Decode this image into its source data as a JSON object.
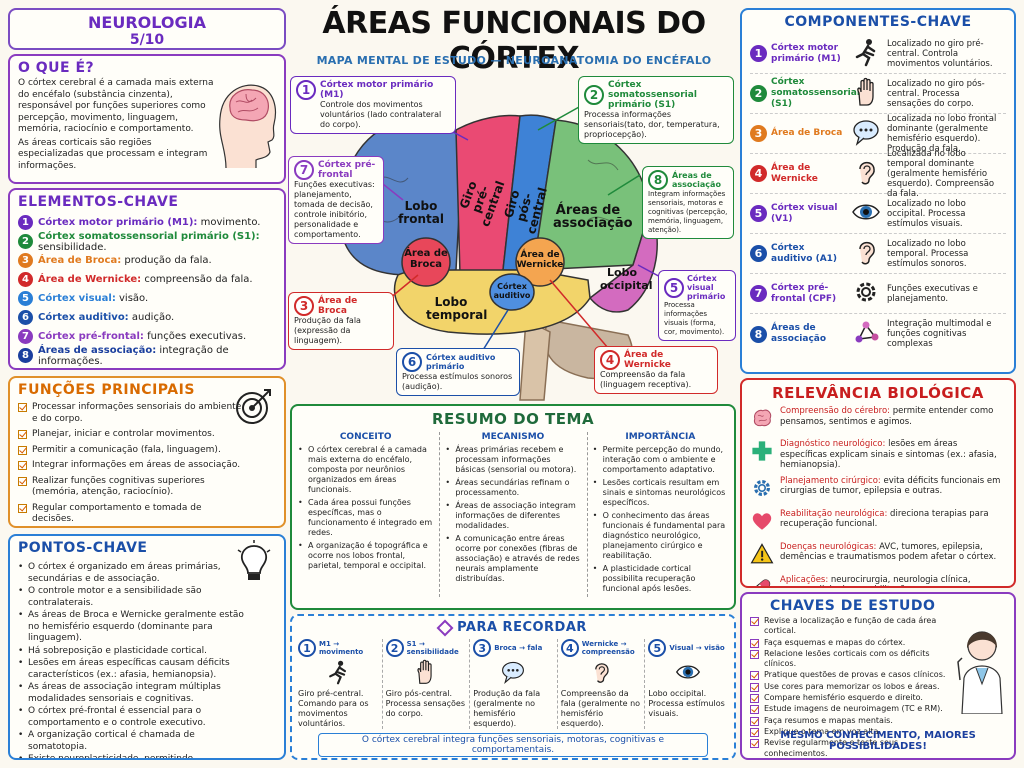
{
  "header": {
    "subject": "NEUROLOGIA",
    "page": "5/10",
    "title": "ÁREAS FUNCIONAIS DO CÓRTEX",
    "subtitle": "MAPA MENTAL DE ESTUDO — NEUROANATOMIA DO ENCÉFALO"
  },
  "oque": {
    "title": "O QUE É?",
    "p1": "O córtex cerebral é a camada mais externa do encéfalo (substância cinzenta), responsável por funções superiores como percepção, movimento, linguagem, memória, raciocínio e comportamento.",
    "p2": "As áreas corticais são regiões especializadas que processam e integram informações."
  },
  "elementos": {
    "title": "ELEMENTOS-CHAVE",
    "items": [
      {
        "n": "1",
        "name": "Córtex motor primário (M1):",
        "desc": " movimento.",
        "color": "#6a2bbf"
      },
      {
        "n": "2",
        "name": "Córtex somatossensorial primário (S1):",
        "desc": " sensibilidade.",
        "color": "#1f8a3b"
      },
      {
        "n": "3",
        "name": "Área de Broca:",
        "desc": " produção da fala.",
        "color": "#e07a1f"
      },
      {
        "n": "4",
        "name": "Área de Wernicke:",
        "desc": " compreensão da fala.",
        "color": "#d12a2a"
      },
      {
        "n": "5",
        "name": "Córtex visual:",
        "desc": " visão.",
        "color": "#2a7fd6"
      },
      {
        "n": "6",
        "name": "Córtex auditivo:",
        "desc": " audição.",
        "color": "#1b4fa8"
      },
      {
        "n": "7",
        "name": "Córtex pré-frontal:",
        "desc": " funções executivas.",
        "color": "#8a3bbf"
      },
      {
        "n": "8",
        "name": "Áreas de associação:",
        "desc": " integração de informações.",
        "color": "#1b3f9e"
      }
    ]
  },
  "funcoes": {
    "title": "FUNÇÕES PRINCIPAIS",
    "items": [
      "Processar informações sensoriais do ambiente e do corpo.",
      "Planejar, iniciar e controlar movimentos.",
      "Permitir a comunicação (fala, linguagem).",
      "Integrar informações em áreas de associação.",
      "Realizar funções cognitivas superiores (memória, atenção, raciocínio).",
      "Regular comportamento e tomada de decisões."
    ]
  },
  "pontos": {
    "title": "PONTOS-CHAVE",
    "items": [
      "O córtex é organizado em áreas primárias, secundárias e de associação.",
      "O controle motor e a sensibilidade são contralaterais.",
      "As áreas de Broca e Wernicke geralmente estão no hemisfério esquerdo (dominante para linguagem).",
      "Há sobreposição e plasticidade cortical.",
      "Lesões em áreas específicas causam déficits característicos (ex.: afasia, hemianopsia).",
      "As áreas de associação integram múltiplas modalidades sensoriais e cognitivas.",
      "O córtex pré-frontal é essencial para o comportamento e o controle executivo.",
      "A organização cortical é chamada de somatotopia.",
      "Existe neuroplasticidade, permitindo reorganização de funções após lesões."
    ]
  },
  "brain": {
    "labels": {
      "frontal": "Lobo frontal",
      "giro_pre": "Giro pré-central",
      "giro_pos": "Giro pós-central",
      "assoc": "Áreas de associação",
      "broca": "Área de Broca",
      "wernicke": "Área de Wernicke",
      "auditivo": "Córtex auditivo",
      "temporal": "Lobo temporal",
      "occipital": "Lobo occipital"
    },
    "callouts": {
      "c1": {
        "n": "1",
        "title": "Córtex motor primário (M1)",
        "text": "Controle dos movimentos voluntários (lado contralateral do corpo)."
      },
      "c2": {
        "n": "2",
        "title": "Córtex somatossensorial primário (S1)",
        "text": "Processa informações sensoriais(tato, dor, temperatura, propriocepção)."
      },
      "c7": {
        "n": "7",
        "title": "Córtex pré-frontal",
        "text": "Funções executivas: planejamento, tomada de decisão, controle inibitório, personalidade e comportamento."
      },
      "c8": {
        "n": "8",
        "title": "Áreas de associação",
        "text": "Integram informações sensoriais, motoras e cognitivas (percepção, memória, linguagem, atenção)."
      },
      "c3": {
        "n": "3",
        "title": "Área de Broca",
        "text": "Produção da fala (expressão da linguagem)."
      },
      "c5": {
        "n": "5",
        "title": "Córtex visual primário",
        "text": "Processa informações visuais (forma, cor, movimento)."
      },
      "c6": {
        "n": "6",
        "title": "Córtex auditivo primário",
        "text": "Processa estímulos sonoros (audição)."
      },
      "c4": {
        "n": "4",
        "title": "Área de Wernicke",
        "text": "Compreensão da fala (linguagem receptiva)."
      }
    }
  },
  "resumo": {
    "title": "RESUMO DO TEMA",
    "cols": [
      {
        "h": "CONCEITO",
        "items": [
          "O córtex cerebral é a camada mais externa do encéfalo, composta por neurônios organizados em áreas funcionais.",
          "Cada área possui funções específicas, mas o funcionamento é integrado em redes.",
          "A organização é topográfica e ocorre nos lobos frontal, parietal, temporal e occipital."
        ]
      },
      {
        "h": "MECANISMO",
        "items": [
          "Áreas primárias recebem e processam informações básicas (sensorial ou motora).",
          "Áreas secundárias refinam o processamento.",
          "Áreas de associação integram informações de diferentes modalidades.",
          "A comunicação entre áreas ocorre por conexões (fibras de associação) e através de redes neurais amplamente distribuídas."
        ]
      },
      {
        "h": "IMPORTÂNCIA",
        "items": [
          "Permite percepção do mundo, interação com o ambiente e comportamento adaptativo.",
          "Lesões corticais resultam em sinais e sintomas neurológicos específicos.",
          "O conhecimento das áreas funcionais é fundamental para diagnóstico neurológico, planejamento cirúrgico e reabilitação.",
          "A plasticidade cortical possibilita recuperação funcional após lesões."
        ]
      }
    ]
  },
  "recordar": {
    "title": "PARA RECORDAR",
    "items": [
      {
        "n": "1",
        "h": "M1 → movimento",
        "t": "Giro pré-central. Comando para os movimentos voluntários."
      },
      {
        "n": "2",
        "h": "S1 → sensibilidade",
        "t": "Giro pós-central. Processa sensações do corpo."
      },
      {
        "n": "3",
        "h": "Broca → fala",
        "t": "Produção da fala (geralmente no hemisfério esquerdo)."
      },
      {
        "n": "4",
        "h": "Wernicke → compreensão",
        "t": "Compreensão da fala (geralmente no hemisfério esquerdo)."
      },
      {
        "n": "5",
        "h": "Visual → visão",
        "t": "Lobo occipital. Processa estímulos visuais."
      }
    ],
    "footer": "O córtex cerebral integra funções sensoriais, motoras, cognitivas e comportamentais."
  },
  "componentes": {
    "title": "COMPONENTES-CHAVE",
    "items": [
      {
        "n": "1",
        "name": "Córtex motor primário (M1)",
        "desc": "Localizado no giro pré-central. Controla movimentos voluntários.",
        "icon": "running-person-icon",
        "color": "#6a2bbf"
      },
      {
        "n": "2",
        "name": "Córtex somatossensorial (S1)",
        "desc": "Localizado no giro pós-central. Processa sensações do corpo.",
        "icon": "hand-icon",
        "color": "#1f8a3b"
      },
      {
        "n": "3",
        "name": "Área de Broca",
        "desc": "Localizada no lobo frontal dominante (geralmente hemisfério esquerdo). Produção da fala.",
        "icon": "speech-bubble-icon",
        "color": "#e07a1f"
      },
      {
        "n": "4",
        "name": "Área de Wernicke",
        "desc": "Localizada no lobo temporal dominante (geralmente hemisfério esquerdo). Compreensão da fala.",
        "icon": "ear-icon",
        "color": "#d12a2a"
      },
      {
        "n": "5",
        "name": "Córtex visual (V1)",
        "desc": "Localizado no lobo occipital. Processa estímulos visuais.",
        "icon": "eye-icon",
        "color": "#6a2bbf"
      },
      {
        "n": "6",
        "name": "Córtex auditivo (A1)",
        "desc": "Localizado no lobo temporal. Processa estímulos sonoros.",
        "icon": "ear-icon",
        "color": "#1b4fa8"
      },
      {
        "n": "7",
        "name": "Córtex pré-frontal (CPF)",
        "desc": "Funções executivas e planejamento.",
        "icon": "gear-icon",
        "color": "#6a2bbf"
      },
      {
        "n": "8",
        "name": "Áreas de associação",
        "desc": "Integração multimodal e funções cognitivas complexas",
        "icon": "network-icon",
        "color": "#1b4fa8"
      }
    ]
  },
  "relevancia": {
    "title": "RELEVÂNCIA BIOLÓGICA",
    "items": [
      {
        "h": "Compreensão do cérebro:",
        "t": " permite entender como pensamos, sentimos e agimos.",
        "icon": "brain-icon"
      },
      {
        "h": "Diagnóstico neurológico:",
        "t": " lesões em áreas específicas explicam sinais e sintomas (ex.: afasia, hemianopsia).",
        "icon": "cross-icon"
      },
      {
        "h": "Planejamento cirúrgico:",
        "t": " evita déficits funcionais em cirurgias de tumor, epilepsia e outras.",
        "icon": "gear-icon"
      },
      {
        "h": "Reabilitação neurológica:",
        "t": " direciona terapias para recuperação funcional.",
        "icon": "heart-icon"
      },
      {
        "h": "Doenças neurológicas:",
        "t": " AVC, tumores, epilepsia, demências e traumatismos podem afetar o córtex.",
        "icon": "warning-icon"
      },
      {
        "h": "Aplicações:",
        "t": " neurocirurgia, neurologia clínica, neurorradiologia e reabilitação.",
        "icon": "pill-icon"
      }
    ]
  },
  "chaves": {
    "title": "CHAVES DE ESTUDO",
    "items": [
      "Revise a localização e função de cada área cortical.",
      "Faça esquemas e mapas do córtex.",
      "Relacione lesões corticais com os déficits clínicos.",
      "Pratique questões de provas e casos clínicos.",
      "Use cores para memorizar os lobos e áreas.",
      "Compare hemisfério esquerdo e direito.",
      "Estude imagens de neuroimagem (TC e RM).",
      "Faça resumos e mapas mentais.",
      "Explique o tema em voz alta.",
      "Revise regularmente e teste seus conhecimentos."
    ],
    "footer": "MESMO CONHECIMENTO, MAIORES POSSIBILIDADES!"
  }
}
